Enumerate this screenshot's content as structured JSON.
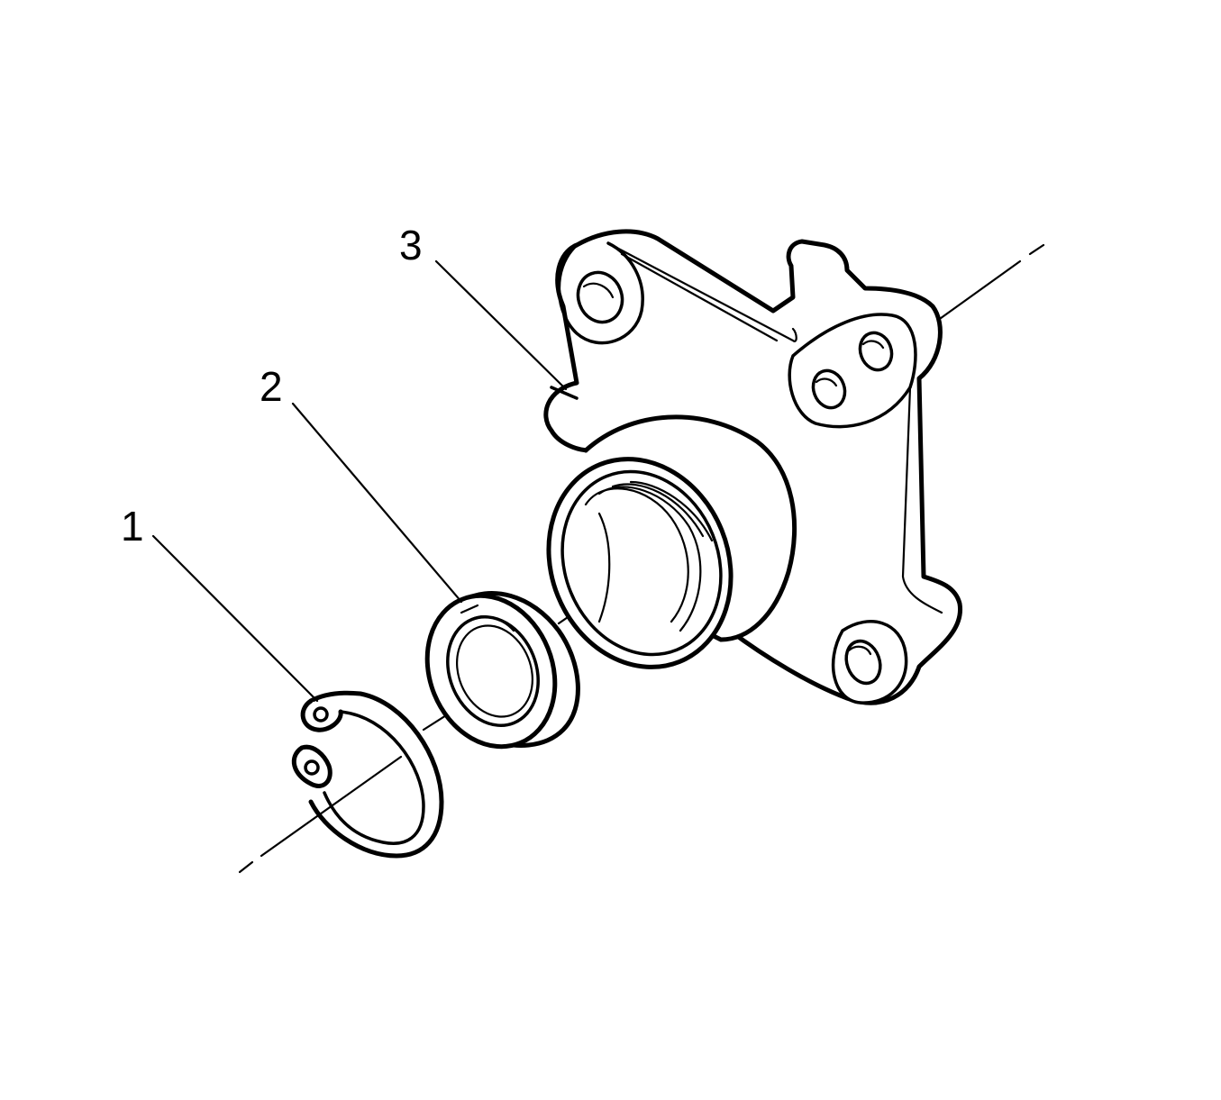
{
  "callouts": [
    {
      "id": "1",
      "label": "1"
    },
    {
      "id": "2",
      "label": "2"
    },
    {
      "id": "3",
      "label": "3"
    }
  ],
  "colors": {
    "ink": "#000000",
    "background": "#ffffff"
  }
}
